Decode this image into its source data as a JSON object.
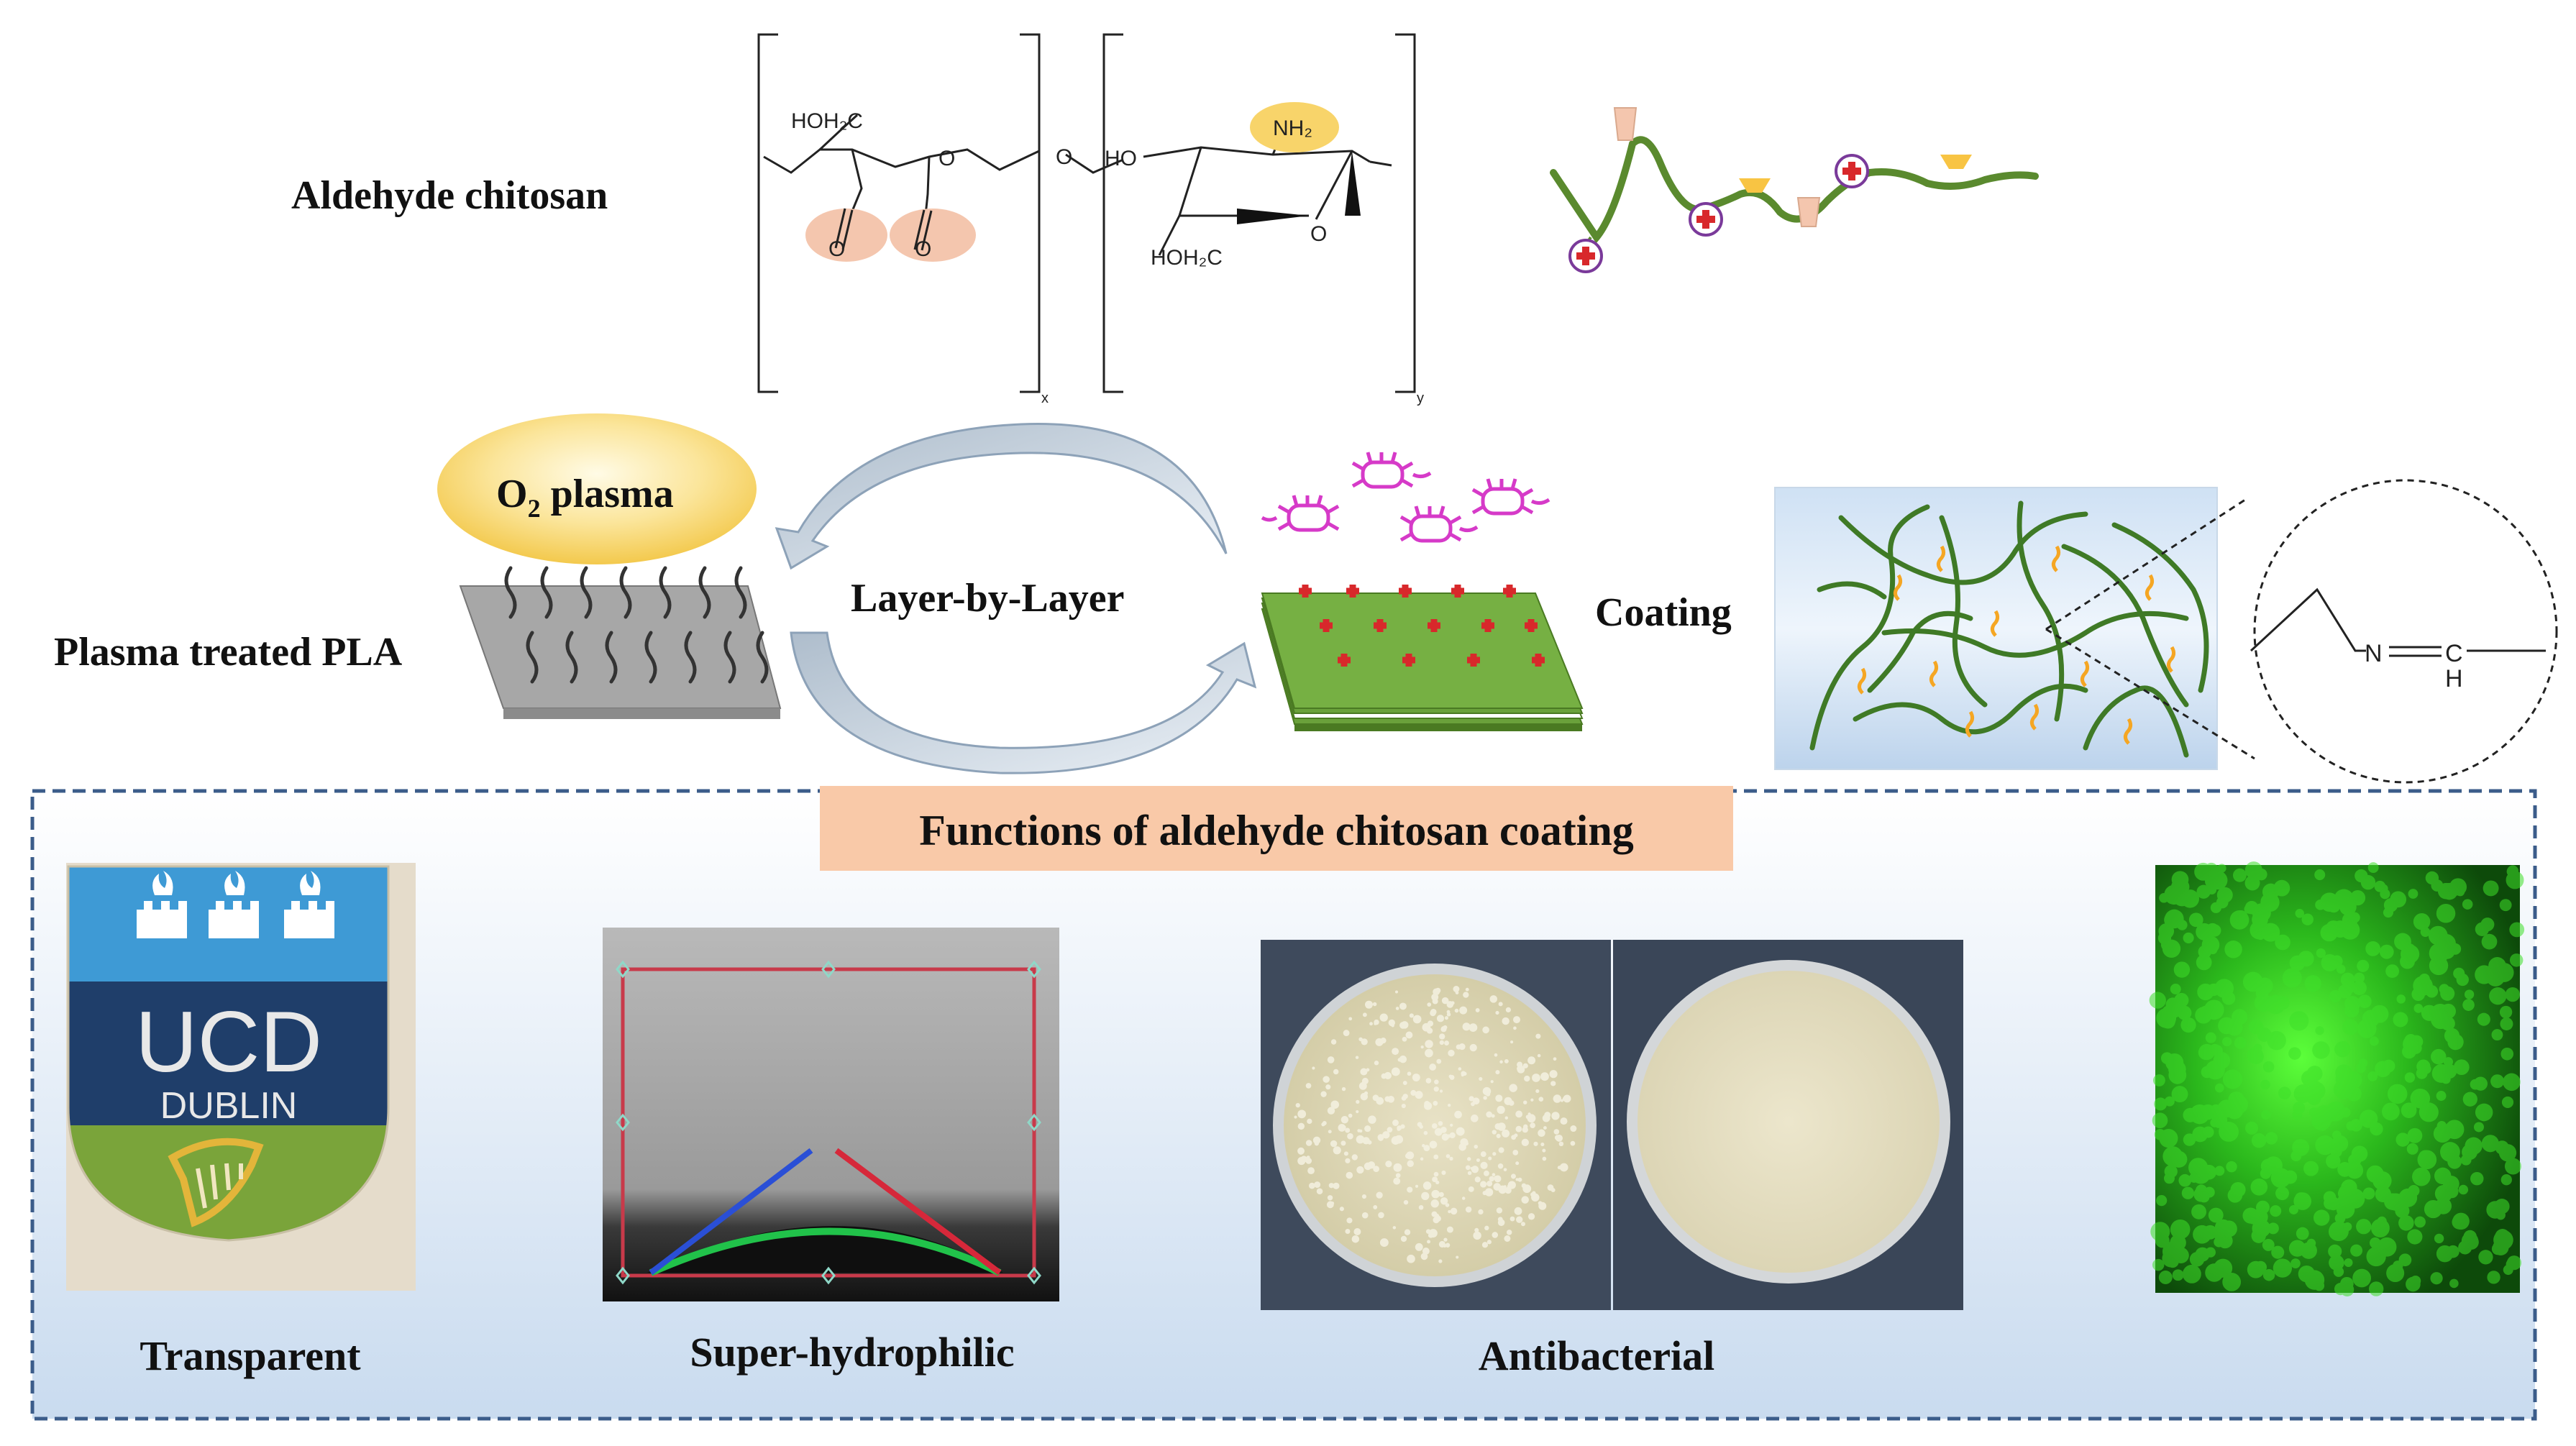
{
  "labels": {
    "aldehyde_chitosan": "Aldehyde chitosan",
    "o2": "O",
    "o2_sub": "2",
    "o2_rest": " plasma",
    "plasma_pla": "Plasma treated PLA",
    "lbl": "Layer-by-Layer",
    "coating": "Coating",
    "functions_title": "Functions of aldehyde chitosan coating",
    "transparent": "Transparent",
    "superhydrophilic": "Super-hydrophilic",
    "antibacterial": "Antibacterial"
  },
  "chem": {
    "hoh2c_top": "HOH₂C",
    "o_ring1": "O",
    "o_ald1": "O",
    "o_ald2": "O",
    "o_link": "O",
    "ho": "HO",
    "nh2": "NH₂",
    "o_ring2": "O",
    "hoh2c_bottom": "HOH₂C",
    "sub_x": "x",
    "sub_y": "y",
    "imine_n": "N",
    "imine_c": "C",
    "imine_h": "H"
  },
  "logo": {
    "line1": "UCD",
    "line2": "DUBLIN"
  },
  "colors": {
    "chain_green": "#5a8a2e",
    "plus_red": "#d8282b",
    "bacteria_magenta": "#d63ac8",
    "crosslink_orange": "#f5a623",
    "title_box": "#f9c9a8",
    "dashed_border": "#3b5c8a",
    "plasma_yellow": "#f7d46a",
    "ucd_blue": "#1f4e8a"
  }
}
